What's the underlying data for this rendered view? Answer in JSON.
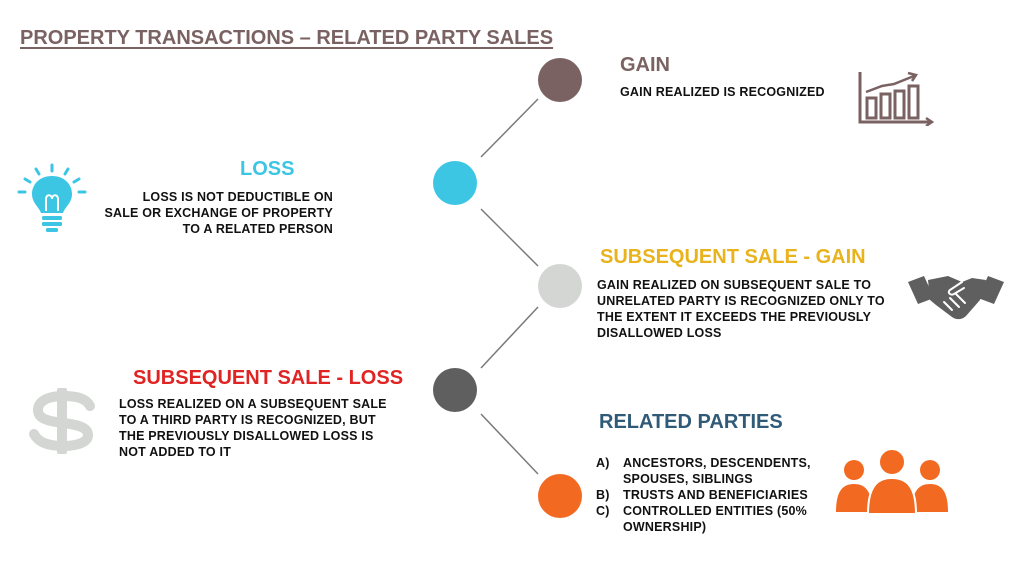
{
  "title": "PROPERTY TRANSACTIONS – RELATED PARTY SALES",
  "colors": {
    "title": "#7a6262",
    "gain": "#7a6262",
    "loss": "#3cc6e4",
    "subsequent_gain": "#e8b31c",
    "subsequent_loss": "#e02424",
    "related_parties": "#2f5a78",
    "gain_node": "#7a6262",
    "loss_node": "#3cc6e4",
    "subsequent_gain_node": "#d4d6d4",
    "subsequent_loss_node": "#5f5f5f",
    "related_node": "#f26a22",
    "connector": "#7a7a7a"
  },
  "gain": {
    "heading": "GAIN",
    "text": "GAIN REALIZED IS RECOGNIZED",
    "icon": "bar-chart-growth-icon"
  },
  "loss": {
    "heading": "LOSS",
    "text_lines": [
      "LOSS IS NOT DEDUCTIBLE ON",
      "SALE OR EXCHANGE OF PROPERTY",
      "TO A RELATED PERSON"
    ],
    "icon": "lightbulb-icon"
  },
  "subsequent_gain": {
    "heading": "SUBSEQUENT SALE - GAIN",
    "text_lines": [
      "GAIN REALIZED ON SUBSEQUENT SALE TO",
      "UNRELATED PARTY IS RECOGNIZED ONLY TO",
      "THE EXTENT IT EXCEEDS THE PREVIOUSLY",
      "DISALLOWED LOSS"
    ],
    "icon": "handshake-icon"
  },
  "subsequent_loss": {
    "heading": "SUBSEQUENT SALE - LOSS",
    "text_lines": [
      "LOSS REALIZED ON A SUBSEQUENT SALE",
      "TO A THIRD PARTY IS RECOGNIZED, BUT",
      "THE PREVIOUSLY DISALLOWED LOSS IS",
      "NOT ADDED TO IT"
    ],
    "icon": "dollar-sign-icon"
  },
  "related_parties": {
    "heading": "RELATED PARTIES",
    "items": [
      {
        "marker": "A)",
        "lines": [
          "ANCESTORS, DESCENDENTS,",
          "SPOUSES, SIBLINGS"
        ]
      },
      {
        "marker": "B)",
        "lines": [
          "TRUSTS AND BENEFICIARIES"
        ]
      },
      {
        "marker": "C)",
        "lines": [
          "CONTROLLED ENTITIES (50%",
          "OWNERSHIP)"
        ]
      }
    ],
    "icon": "people-group-icon"
  }
}
